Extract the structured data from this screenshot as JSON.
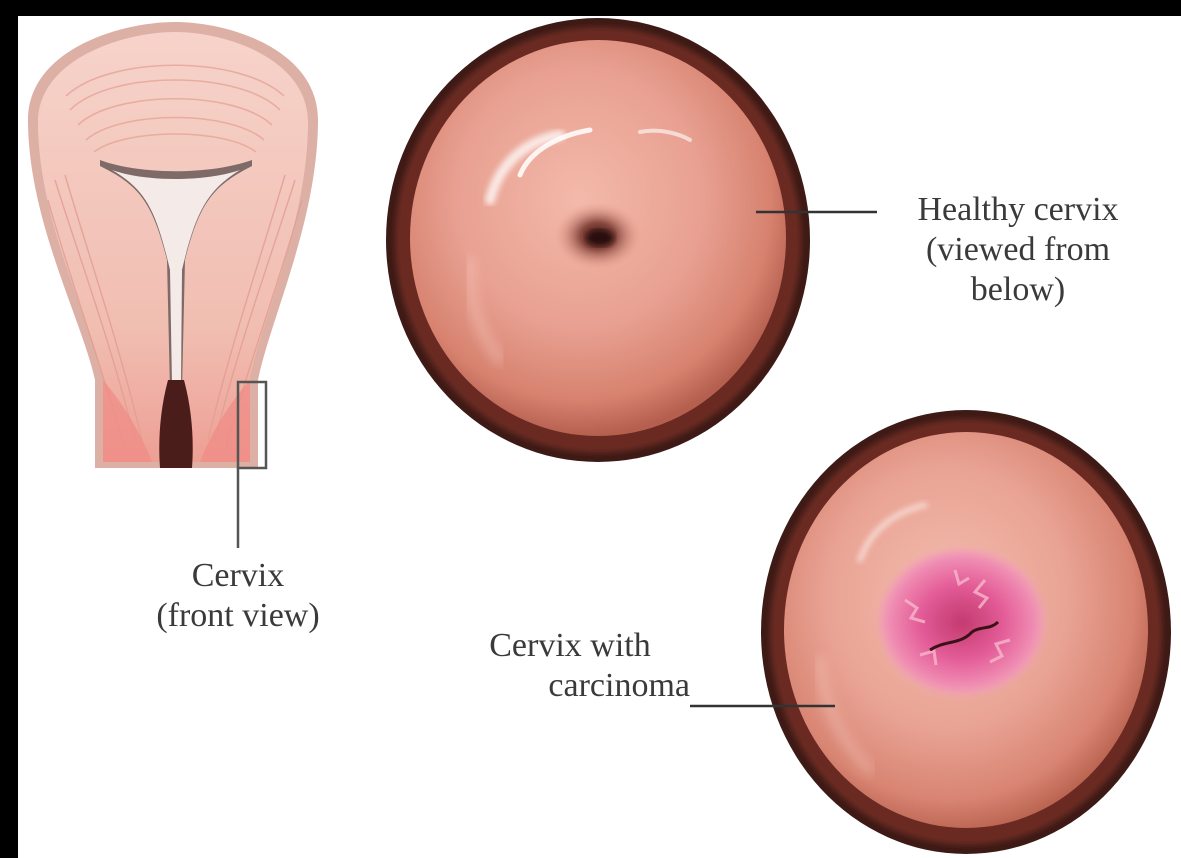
{
  "labels": {
    "cervix_front": {
      "line1": "Cervix",
      "line2": "(front view)"
    },
    "healthy": {
      "line1": "Healthy cervix",
      "line2": "(viewed from",
      "line3": "below)"
    },
    "carcinoma": {
      "line1": "Cervix with",
      "line2": "carcinoma"
    }
  },
  "colors": {
    "tissue": "#e79a8c",
    "tissue_highlight": "#f6c5b8",
    "rim": "#4a1e1a",
    "uterus_wall": "#f3c6bc",
    "tumor": "#e04f8e",
    "label_text": "#3a3a3a",
    "leader_line": "#333333"
  }
}
